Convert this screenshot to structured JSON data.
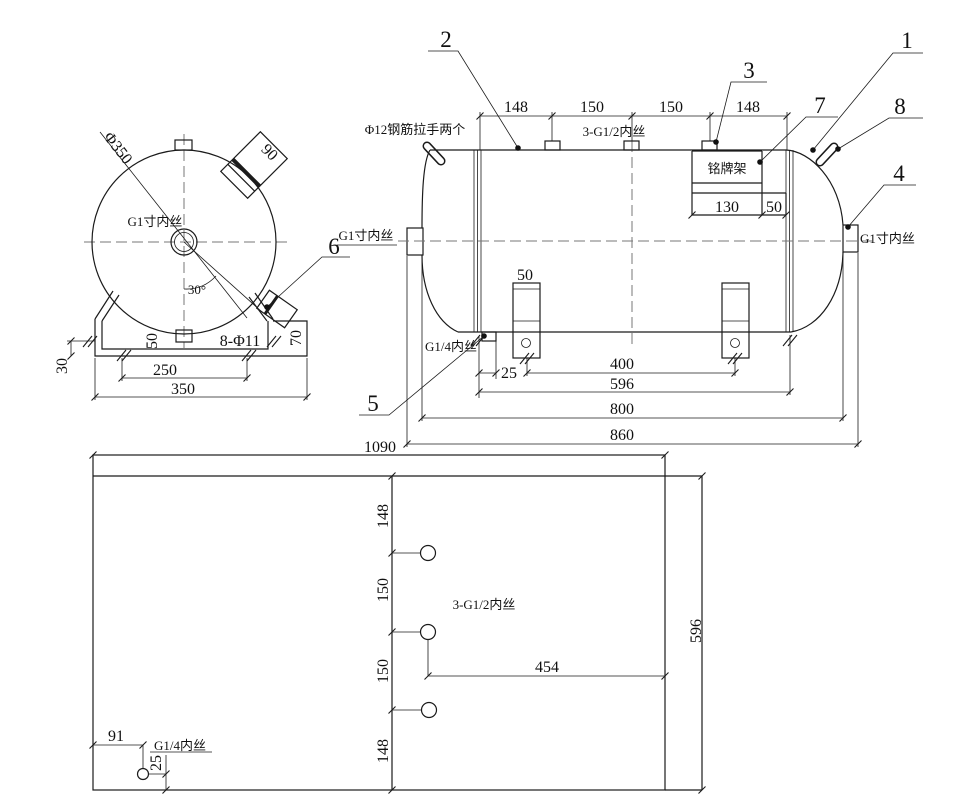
{
  "end_view": {
    "diameter_label": "Φ350",
    "nozzle_length": "90",
    "center_port_label": "G1寸内丝",
    "angle_label": "30°",
    "bolt_holes_label": "8-Φ11",
    "stub_height": "50",
    "dim_base_inner": "250",
    "dim_base_outer": "350",
    "dim_base_height": "30",
    "dim_bracket_height": "70"
  },
  "side_view": {
    "handle_note": "Φ12钢筋拉手两个",
    "ports_note": "3-G1/2内丝",
    "dim_top_1": "148",
    "dim_top_2": "150",
    "dim_top_3": "150",
    "dim_top_4": "148",
    "nameplate_label": "铭牌架",
    "nameplate_width": "130",
    "nameplate_offset": "50",
    "right_port_label": "G1寸内丝",
    "left_port_label": "G1寸内丝",
    "drain_label": "G1/4内丝",
    "drain_offset": "25",
    "leg_width": "50",
    "dim_leg_span": "400",
    "dim_shell": "596",
    "dim_heads": "800",
    "dim_overall": "860"
  },
  "plan_view": {
    "dim_width": "1090",
    "dim_height": "596",
    "spacing_1": "148",
    "spacing_2": "150",
    "spacing_3": "150",
    "spacing_4": "148",
    "ports_label": "3-G1/2内丝",
    "dim_port_to_edge": "454",
    "dim_drain_x": "91",
    "dim_drain_y": "25",
    "drain_label": "G1/4内丝"
  },
  "callouts": {
    "c1": "1",
    "c2": "2",
    "c3": "3",
    "c4": "4",
    "c5": "5",
    "c6": "6",
    "c7": "7",
    "c8": "8"
  }
}
